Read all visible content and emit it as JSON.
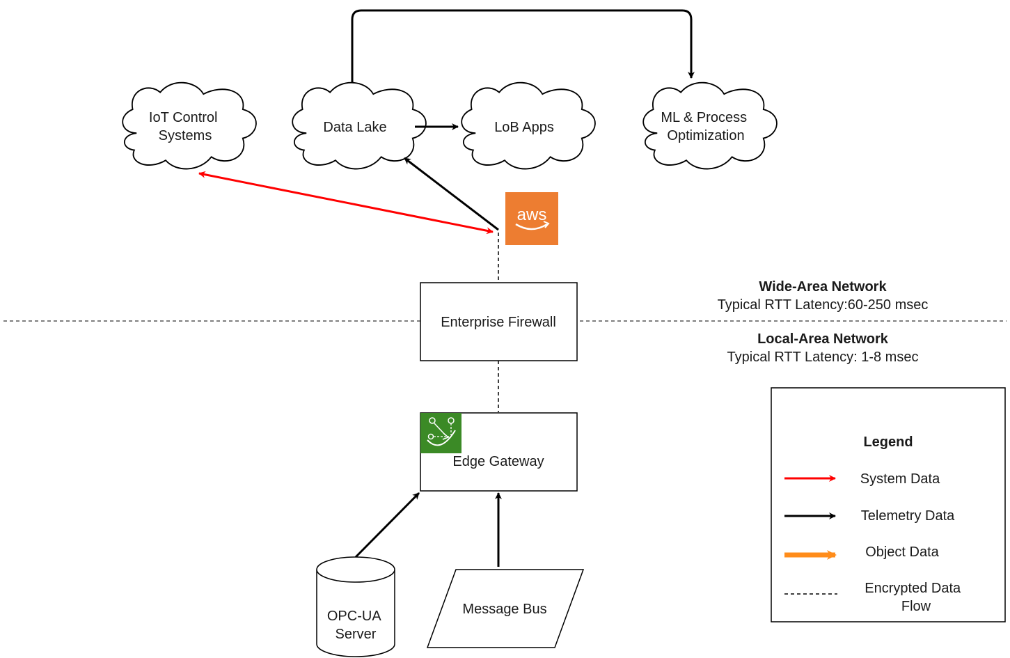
{
  "clouds": {
    "iot_control": [
      "IoT Control",
      "Systems"
    ],
    "data_lake": [
      "Data Lake"
    ],
    "lob_apps": [
      "LoB Apps"
    ],
    "ml_process": [
      "ML & Process",
      "Optimization"
    ]
  },
  "aws": {
    "logo_text": "aws",
    "color": "#ed7d31"
  },
  "firewall": {
    "label": "Enterprise Firewall"
  },
  "edge_gateway": {
    "label": "Edge Gateway",
    "icon": "greengrass-icon",
    "icon_color": "#3b8a26"
  },
  "opcua": [
    "OPC-UA",
    "Server"
  ],
  "message_bus": {
    "label": "Message Bus"
  },
  "networks": {
    "wan": {
      "title": "Wide-Area Network",
      "latency": "Typical RTT Latency:60-250 msec"
    },
    "lan": {
      "title": "Local-Area Network",
      "latency": "Typical RTT Latency: 1-8 msec"
    }
  },
  "legend": {
    "title": "Legend",
    "items": [
      {
        "label": [
          "System Data"
        ],
        "color": "#ff0000"
      },
      {
        "label": [
          "Telemetry Data"
        ],
        "color": "#000000"
      },
      {
        "label": [
          "Object Data"
        ],
        "color": "#ff8c1a"
      },
      {
        "label": [
          "Encrypted Data",
          "Flow"
        ],
        "color": "#000000"
      }
    ]
  }
}
